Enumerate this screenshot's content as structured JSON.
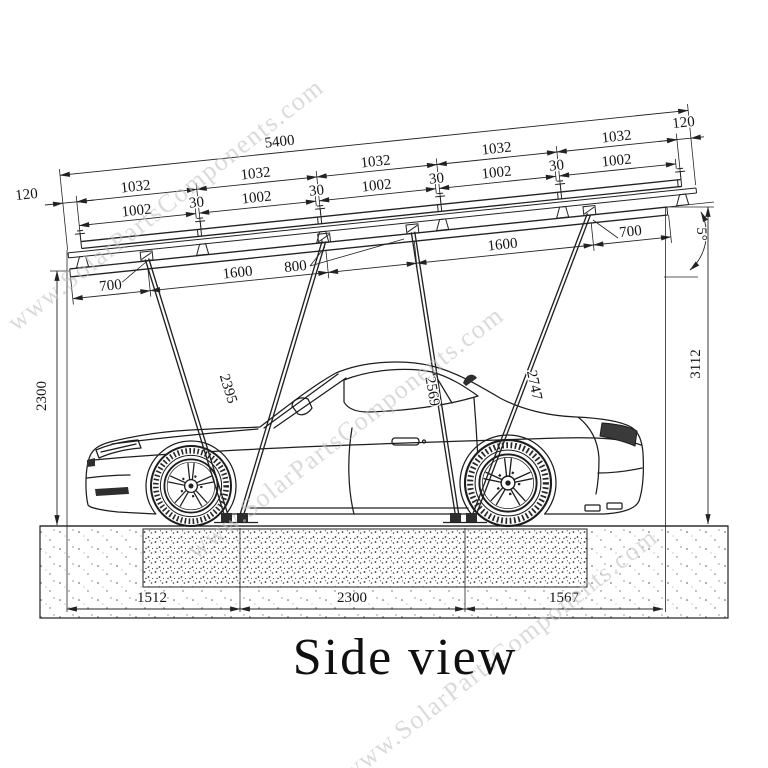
{
  "title": "Side view",
  "watermark": {
    "text": "www.SolarPartsComponents.com"
  },
  "top_dims": {
    "overall": "5400",
    "left_margin": "120",
    "right_margin": "120",
    "pitches": [
      "1032",
      "1032",
      "1032",
      "1032",
      "1032"
    ],
    "modules": [
      "1002",
      "1002",
      "1002",
      "1002",
      "1002"
    ],
    "gaps": [
      "30",
      "30",
      "30",
      "30"
    ]
  },
  "beam_dims": {
    "segments": [
      "700",
      "1600",
      "800",
      "1600",
      "700"
    ]
  },
  "angle": {
    "tilt": "5°"
  },
  "heights": {
    "front": "2300",
    "rear": "3112"
  },
  "legs": {
    "lengths": [
      "2395",
      "2569",
      "2747"
    ]
  },
  "foundation_dims": {
    "segments": [
      "1512",
      "2300",
      "1567"
    ]
  },
  "colors": {
    "line": "#222222",
    "watermark": "#c2c2c2",
    "background": "#ffffff"
  }
}
